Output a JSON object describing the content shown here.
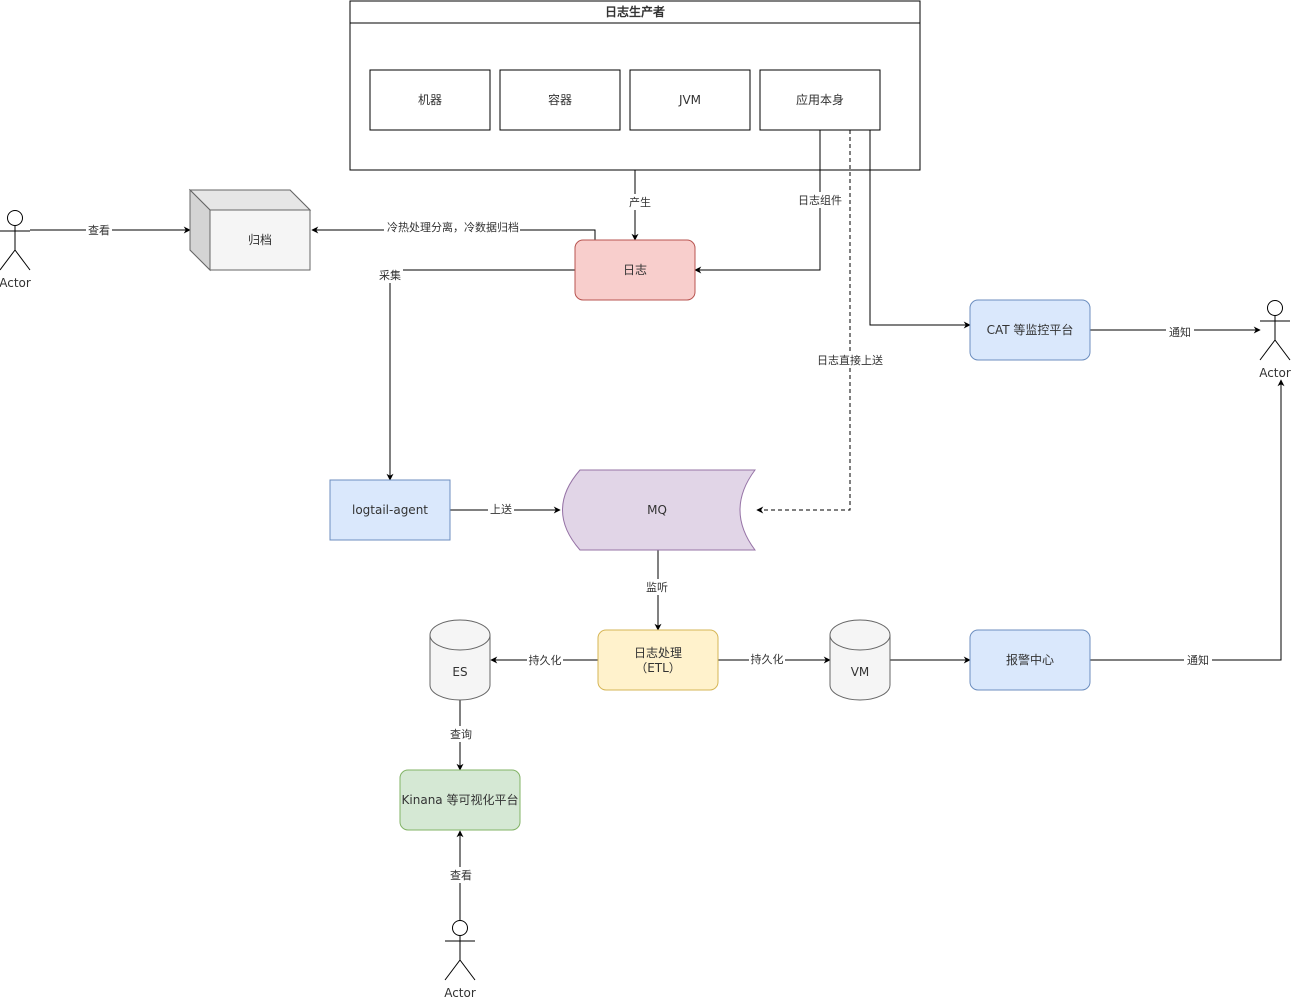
{
  "producer": {
    "title": "日志生产者",
    "items": [
      "机器",
      "容器",
      "JVM",
      "应用本身"
    ]
  },
  "nodes": {
    "archive": "归档",
    "log": "日志",
    "logtail": "logtail-agent",
    "mq": "MQ",
    "etl_line1": "日志处理",
    "etl_line2": "（ETL）",
    "es": "ES",
    "vm": "VM",
    "kibana": "Kinana 等可视化平台",
    "alarm": "报警中心",
    "cat": "CAT 等监控平台"
  },
  "actors": {
    "left": "Actor",
    "right": "Actor",
    "bottom": "Actor"
  },
  "edges": {
    "produce": "产生",
    "log_component": "日志组件",
    "direct_upload": "日志直接上送",
    "cold_hot": "冷热处理分离，冷数据归档",
    "view_archive": "查看",
    "collect": "采集",
    "upload": "上送",
    "listen": "监听",
    "persist_es": "持久化",
    "persist_vm": "持久化",
    "query": "查询",
    "view_kibana": "查看",
    "notify_cat": "通知",
    "notify_alarm": "通知"
  },
  "colors": {
    "log_fill": "#f8cecc",
    "log_stroke": "#b85450",
    "blue_fill": "#dae8fc",
    "blue_stroke": "#6c8ebf",
    "yellow_fill": "#fff2cc",
    "yellow_stroke": "#d6b656",
    "green_fill": "#d5e8d4",
    "green_stroke": "#82b366",
    "purple_fill": "#e1d5e7",
    "purple_stroke": "#9673a6",
    "gray_fill": "#f5f5f5",
    "gray_stroke": "#666666"
  }
}
